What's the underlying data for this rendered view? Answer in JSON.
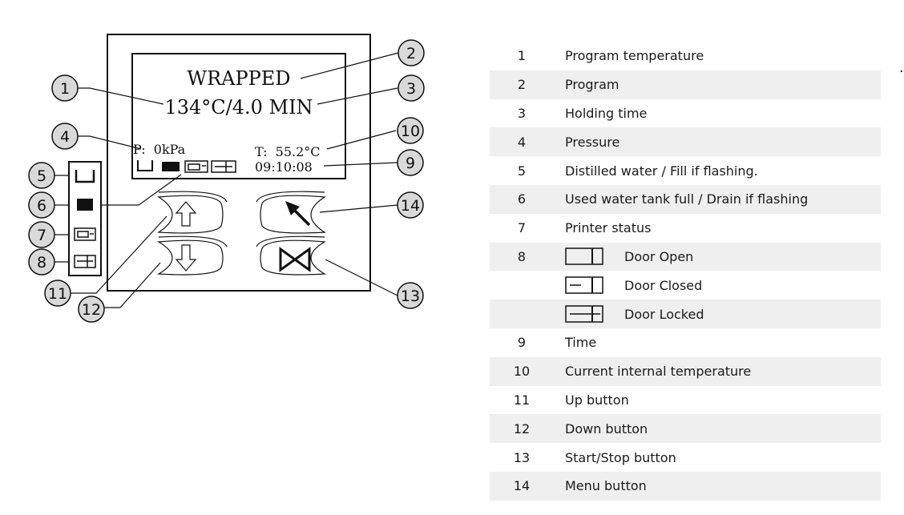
{
  "display": {
    "program": "WRAPPED",
    "temp_time": "134°C/4.0 MIN",
    "pressure": "P:  0kPa",
    "temperature": "T:  55.2°C",
    "clock": "09:10:08"
  },
  "callouts": [
    "1",
    "2",
    "3",
    "4",
    "5",
    "6",
    "7",
    "8",
    "9",
    "10",
    "11",
    "12",
    "13",
    "14"
  ],
  "legend": {
    "rows": [
      {
        "num": "1",
        "label": "Program temperature"
      },
      {
        "num": "2",
        "label": "Program"
      },
      {
        "num": "3",
        "label": "Holding time"
      },
      {
        "num": "4",
        "label": "Pressure"
      },
      {
        "num": "5",
        "label": "Distilled water / Fill if flashing."
      },
      {
        "num": "6",
        "label": "Used water tank full / Drain if flashing"
      },
      {
        "num": "7",
        "label": "Printer status"
      },
      {
        "num": "8",
        "label": "Door Open"
      },
      {
        "num": "",
        "label": "Door Closed"
      },
      {
        "num": "",
        "label": "Door Locked"
      },
      {
        "num": "9",
        "label": "Time"
      },
      {
        "num": "10",
        "label": "Current internal temperature"
      },
      {
        "num": "11",
        "label": "Up button"
      },
      {
        "num": "12",
        "label": "Down button"
      },
      {
        "num": "13",
        "label": "Start/Stop button"
      },
      {
        "num": "14",
        "label": "Menu button"
      }
    ]
  },
  "trailing_mark": ".",
  "colors": {
    "line": "#111111",
    "callout_fill": "#d9d9d9",
    "row_shade": "#efefef"
  },
  "icons": [
    "water-tank-icon",
    "full-tank-icon",
    "printer-icon",
    "door-icon",
    "up-arrow-icon",
    "down-arrow-icon",
    "menu-arrow-icon",
    "start-stop-icon"
  ]
}
